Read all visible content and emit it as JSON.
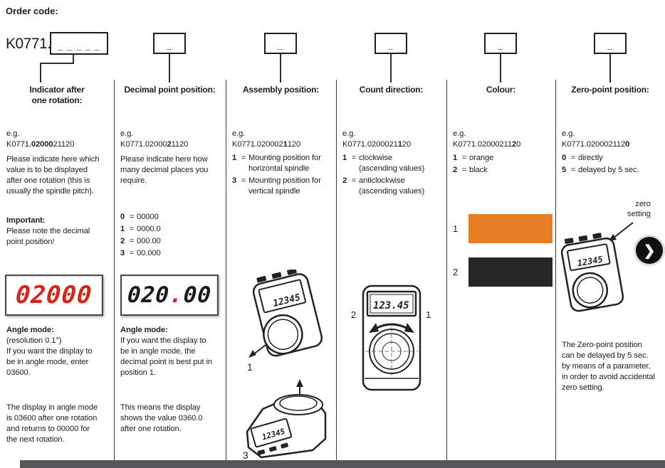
{
  "ui": {
    "order_code_label": "Order code:",
    "code_prefix": "K0771.",
    "dashes5": "_ _ _ _ _",
    "dash1": "_",
    "eg_label": "e.g.",
    "eq": "=",
    "next_glyph": "❯"
  },
  "colors": {
    "accent_orange": "#e87e23",
    "swatch_black": "#262626",
    "display_red": "#d8251c",
    "bottom_bar": "#57575a"
  },
  "columns": [
    {
      "heading": "Indicator after\none rotation:",
      "code": {
        "pre": "K0771.",
        "bold": "02000",
        "post": "21120"
      },
      "desc": "Please indicate here which\nvalue is to be displayed\nafter one rotation (this is\nusually the spindle pitch).",
      "important_label": "Important:",
      "important_text": "Please note the decimal\npoint position!",
      "display_value": "02000",
      "angle_label": "Angle mode:",
      "angle_p1": "(resolution 0.1°)\nIf you want the display to\nbe in angle mode, enter\n03600.",
      "angle_p2": "The display in angle mode\nis 03600 after one rotation\nand returns to 00000 for\nthe next rotation."
    },
    {
      "heading": "Decimal point position:",
      "code": {
        "pre": "K0771.02000",
        "bold": "2",
        "post": "1120"
      },
      "desc": "Please indicate here how\nmany decimal places you\nrequire.",
      "options": [
        {
          "key": "0",
          "value": "00000"
        },
        {
          "key": "1",
          "value": "0000.0"
        },
        {
          "key": "2",
          "value": "000.00"
        },
        {
          "key": "3",
          "value": "00.000"
        }
      ],
      "display": {
        "before": "020",
        "point": ".",
        "after": "00"
      },
      "angle_label": "Angle mode:",
      "angle_p1": "If you want the display to\nbe in angle mode, the\ndecimal point is best put in\nposition 1.",
      "angle_p2": "This means the display\nshows the value 0360.0\nafter one rotation."
    },
    {
      "heading": "Assembly position:",
      "code": {
        "pre": "K0771.020002",
        "bold": "1",
        "post": "120"
      },
      "options": [
        {
          "key": "1",
          "value": "Mounting position for\nhorizontal spindle"
        },
        {
          "key": "3",
          "value": "Mounting position for\nvertical spindle"
        }
      ],
      "illus_display": "12345",
      "illus1_label": "1",
      "illus2_label": "3"
    },
    {
      "heading": "Count direction:",
      "code": {
        "pre": "K0771.0200021",
        "bold": "1",
        "post": "20"
      },
      "options": [
        {
          "key": "1",
          "value": "clockwise\n(ascending values)"
        },
        {
          "key": "2",
          "value": "anticlockwise\n(ascending values)"
        }
      ],
      "illus_display": "123.45",
      "left_label": "2",
      "right_label": "1"
    },
    {
      "heading": "Colour:",
      "code": {
        "pre": "K0771.02000211",
        "bold": "2",
        "post": "0"
      },
      "options": [
        {
          "key": "1",
          "value": "orange"
        },
        {
          "key": "2",
          "value": "black"
        }
      ],
      "swatches": [
        {
          "label": "1",
          "color": "#e87e23"
        },
        {
          "label": "2",
          "color": "#262626"
        }
      ]
    },
    {
      "heading": "Zero-point position:",
      "code": {
        "pre": "K0771.020002112",
        "bold": "0",
        "post": ""
      },
      "options": [
        {
          "key": "0",
          "value": "directly"
        },
        {
          "key": "5",
          "value": "delayed by 5 sec."
        }
      ],
      "zero_label": "zero\nsetting",
      "illus_display": "12345",
      "paragraph": "The Zero-point position\ncan be delayed by 5 sec.\nby means of a parameter,\nin order to avoid accidental\nzero setting."
    }
  ]
}
